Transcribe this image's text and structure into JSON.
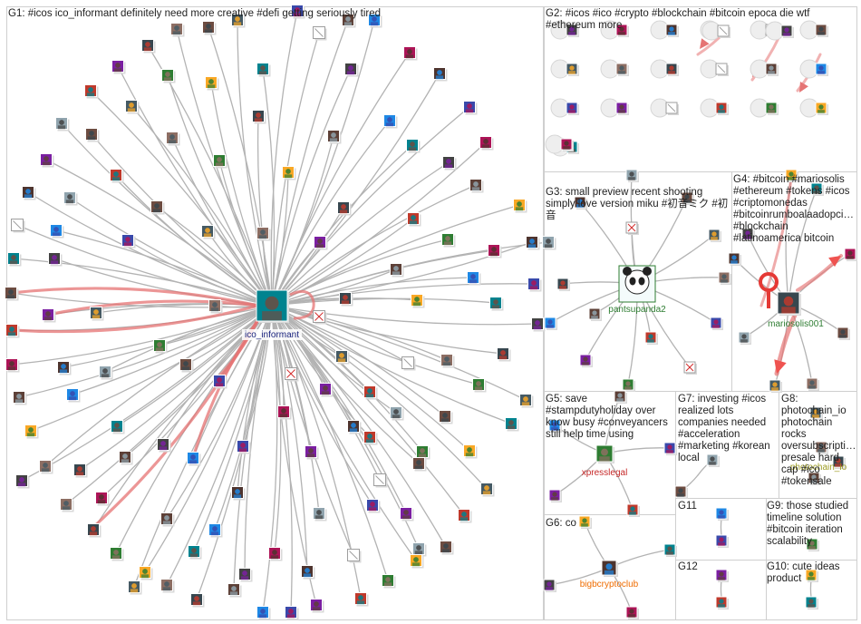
{
  "groups": [
    {
      "id": "G1",
      "label": "G1: #icos ico_informant definitely need more creative #defi getting seriously tired"
    },
    {
      "id": "G2",
      "label": "G2: #icos #ico #crypto #blockchain #bitcoin epoca die wtf #ethereum more"
    },
    {
      "id": "G3",
      "label": "G3: small preview recent shooting simply love version miku #初音ミク #初音"
    },
    {
      "id": "G4",
      "label": "G4: #bitcoin #mariosolis #ethereum #tokens #icos #criptomonedas #bitcoinrumboalaadopci… #blockchain #latinoamerica bitcoin"
    },
    {
      "id": "G5",
      "label": "G5: save #stampdutyholiday over know busy #conveyancers still help time using"
    },
    {
      "id": "G6",
      "label": "G6: co"
    },
    {
      "id": "G7",
      "label": "G7: investing #icos realized lots companies needed #acceleration #marketing #korean local"
    },
    {
      "id": "G8",
      "label": "G8: photochain_io photochain rocks oversubscripti… presale hard cap #ico #tokensale"
    },
    {
      "id": "G9",
      "label": "G9: those studied timeline solution #bitcoin iteration scalability"
    },
    {
      "id": "G10",
      "label": "G10: cute ideas product"
    },
    {
      "id": "G11",
      "label": "G11"
    },
    {
      "id": "G12",
      "label": "G12"
    }
  ],
  "hubs": {
    "ico_informant": "ico_informant",
    "pantsupanda2": "pantsupanda2",
    "mariosolis001": "mariosolis001",
    "xpresslegal": "xpresslegal",
    "bigbcryptoclub": "bigbcryptoclub",
    "photochain_io": "photochain_io"
  },
  "colors": {
    "edge": "#b3b3b3",
    "reciprocal_edge": "#e57373",
    "border": "#cfcfcf",
    "g1_label": "#1a237e",
    "g3_label": "#2e7d32",
    "g4_label": "#2e7d32",
    "g5_label": "#c62828",
    "g6_label": "#ef6c00",
    "g8_label": "#9e9d24"
  }
}
